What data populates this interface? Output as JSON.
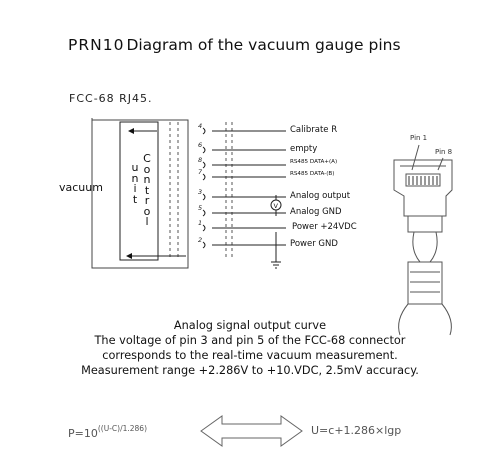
{
  "title": {
    "model": "PRN10",
    "text": "Diagram of the vacuum gauge pins"
  },
  "connector_label": "FCC-68 RJ45.",
  "vacuum_label": "vacuum",
  "control_label": [
    "C",
    "o",
    "n",
    "t",
    "r",
    "o",
    "l"
  ],
  "unit_label": [
    "u",
    "n",
    "i",
    "t"
  ],
  "pins": [
    {
      "num": "4",
      "label": "Calibrate R"
    },
    {
      "num": "6",
      "label": "empty"
    },
    {
      "num": "8",
      "label": "RS485 DATA+(A)"
    },
    {
      "num": "7",
      "label": "RS485 DATA-(B)"
    },
    {
      "num": "3",
      "label": "Analog output"
    },
    {
      "num": "5",
      "label": "Analog GND"
    },
    {
      "num": "1",
      "label": "Power +24VDC"
    },
    {
      "num": "2",
      "label": "Power GND"
    }
  ],
  "meter_symbol": "V",
  "plug": {
    "pin1": "Pin 1",
    "pin8": "Pin 8"
  },
  "curve": {
    "heading": "Analog signal output curve",
    "line1": "The voltage of pin 3 and pin 5 of the FCC-68 connector",
    "line2": "corresponds to the real-time vacuum measurement.",
    "line3": "Measurement range +2.286V to +10.VDC, 2.5mV accuracy."
  },
  "formula": {
    "left_base": "P=10",
    "left_exp": "((U-C)/1.286)",
    "right": "U=c+1.286×lgp"
  }
}
